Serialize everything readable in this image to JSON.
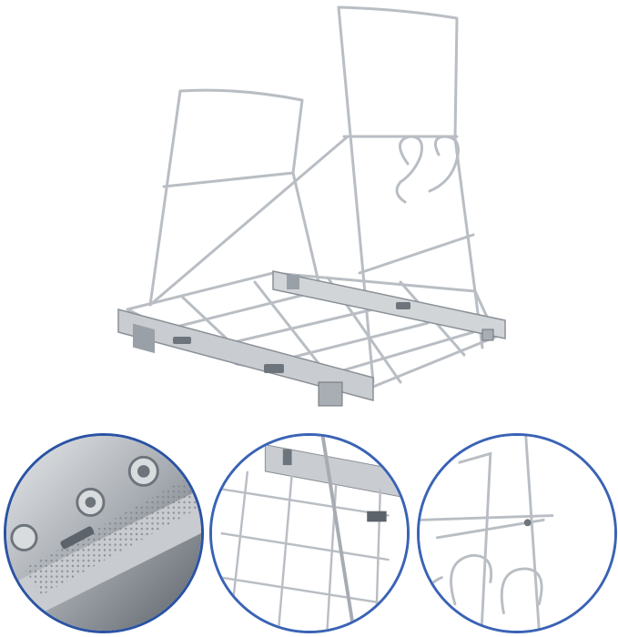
{
  "product": {
    "images": [
      {
        "id": "main",
        "subject": "pull-out-wire-rack-with-drawer-slides"
      },
      {
        "id": "detail-1",
        "subject": "perforated-slide-mounting-bracket-closeup"
      },
      {
        "id": "detail-2",
        "subject": "wire-basket-and-slide-rail-closeup"
      },
      {
        "id": "detail-3",
        "subject": "scroll-frame-joint-closeup"
      }
    ]
  },
  "colors": {
    "chrome": "#b9bec4",
    "chrome_dark": "#6e747b",
    "slide": "#c9ccd0",
    "ring_1": "#2b53a3",
    "ring_2": "#3a63b5",
    "background": "#ffffff"
  }
}
